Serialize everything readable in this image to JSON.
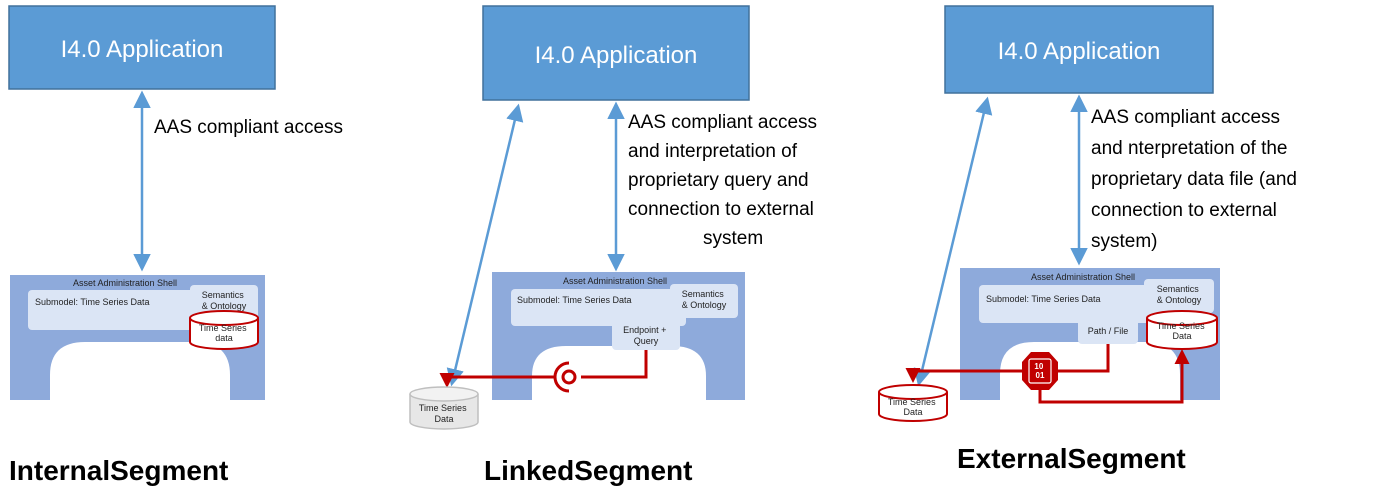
{
  "segments": [
    {
      "app_label": "I4.0 Application",
      "access_text": [
        "AAS compliant access"
      ],
      "shell_title": "Asset Administration Shell",
      "submodel_label": "Submodel: Time Series Data",
      "semantics_line1": "Semantics",
      "semantics_line2": "& Ontology",
      "data_line1": "Time Series",
      "data_line2": "data",
      "segment_title": "InternalSegment"
    },
    {
      "app_label": "I4.0 Application",
      "access_text": [
        "AAS compliant access",
        "and interpretation of",
        "proprietary query and",
        "connection to external",
        "system"
      ],
      "shell_title": "Asset Administration Shell",
      "submodel_label": "Submodel: Time Series Data",
      "semantics_line1": "Semantics",
      "semantics_line2": "& Ontology",
      "endpoint_line1": "Endpoint +",
      "endpoint_line2": "Query",
      "ext_data_line1": "Time Series",
      "ext_data_line2": "Data",
      "segment_title": "LinkedSegment"
    },
    {
      "app_label": "I4.0 Application",
      "access_text": [
        "AAS compliant access",
        "and nterpretation of the",
        "proprietary data file (and",
        "connection to external",
        "system)"
      ],
      "shell_title": "Asset Administration Shell",
      "submodel_label": "Submodel: Time Series Data",
      "semantics_line1": "Semantics",
      "semantics_line2": "& Ontology",
      "path_label": "Path / File",
      "data_line1": "Time Series",
      "data_line2": "Data",
      "binary_line1": "10",
      "binary_line2": "01",
      "ext_data_line1": "Time Series",
      "ext_data_line2": "Data",
      "segment_title": "ExternalSegment"
    }
  ],
  "colors": {
    "app_fill": "#5b9bd5",
    "app_stroke": "#41719c",
    "arrow": "#5b9bd5",
    "shell": "#8eaadb",
    "shell_inner": "#dbe5f5",
    "red": "#c00000"
  }
}
